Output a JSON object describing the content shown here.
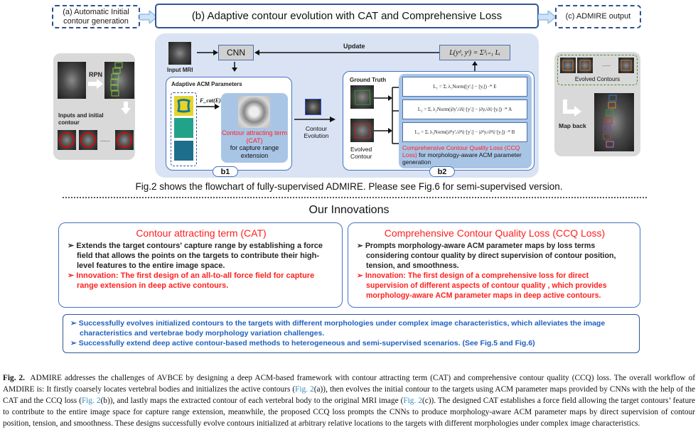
{
  "stages": {
    "a": "(a) Automatic Initial contour generation",
    "b": "(b) Adaptive contour evolution with CAT and Comprehensive Loss",
    "c": "(c) ADMIRE output"
  },
  "panel_a": {
    "rpn_label": "RPN",
    "inputs_label": "Inputs and initial contour",
    "ellipsis": "......"
  },
  "panel_b": {
    "input_mri": "Input MRI",
    "cnn": "CNN",
    "update": "Update",
    "loss_formula": "L(yᵈ, yᵗ) = Σ³ᵢ₌₁ Lᵢ",
    "adaptive_params": "Adaptive ACM Parameters",
    "fcat": "F_cat(E)",
    "cat_title": "Contour attracting term (CAT)",
    "cat_sub": "for capture range extension",
    "contour_evolution": "Contour Evolution",
    "ground_truth": "Ground Truth",
    "evolved_contour": "Evolved Contour",
    "eq1": "L₁ = Σᵢ λ₁Norm([y′ᵢ] − [yᵢ]) ·* E",
    "eq2": "L₂ = Σᵢ λ₂Norm(|∂y′ᵢ/∂i|·[y′ᵢ] − |∂yᵢ/∂i|·[yᵢ]) ·* A",
    "eq3": "L₃ = Σᵢ λ₃Norm(|∂²y′ᵢ/∂²i|·[y′ᵢ] − |∂²yᵢ/∂²i|·[yᵢ]) ·* B",
    "ccq_title": "Comprehensive Contour Quality Loss (CCQ Loss)",
    "ccq_sub": "for morphology-aware ACM parameter generation",
    "b1": "b1",
    "b2": "b2"
  },
  "panel_c": {
    "evolved_contours": "Evolved Contours",
    "ellipsis": "......",
    "map_back": "Map back"
  },
  "fig_note": "Fig.2 shows the flowchart of fully-supervised ADMIRE. Please see Fig.6 for semi-supervised version.",
  "innovations": {
    "title": "Our Innovations",
    "cat": {
      "heading": "Contour attracting term (CAT)",
      "point": "Extends the target contours' capture range by establishing a force field that allows the points on the targets to contribute their high-level features to the entire image space.",
      "innovation": "Innovation: The first design of an all-to-all force field for capture range extension in deep active contours."
    },
    "ccq": {
      "heading": "Comprehensive Contour Quality Loss (CCQ Loss)",
      "point": "Prompts morphology-aware ACM parameter maps by loss terms considering contour quality by direct supervision of contour position, tension, and smoothness.",
      "innovation": "Innovation: The first design of a comprehensive loss for direct supervision of different aspects of contour quality , which provides morphology-aware ACM parameter maps in deep active contours."
    },
    "summary": [
      "Successfully evolves initialized contours to the targets with different morphologies under complex image characteristics, which alleviates the image characteristics and vertebrae body morphology variation challenges.",
      "Successfully extend deep active contour-based methods to heterogeneous and semi-supervised scenarios. (See Fig.5 and Fig.6)"
    ]
  },
  "caption": {
    "label": "Fig. 2.",
    "s1": "ADMIRE addresses the challenges of AVBCE by designing a deep ACM-based framework with contour attracting term (CAT) and comprehensive contour quality (CCQ) loss. The overall workflow of AMDIRE is: It firstly coarsely locates vertebral bodies and initializes the active contours (",
    "ref_a": "Fig. 2",
    "s2": "(a)), then evolves the initial contour to the targets using ACM parameter maps provided by CNNs with the help of the CAT and the CCQ loss (",
    "ref_b": "Fig. 2",
    "s3": "(b)), and lastly maps the extracted contour of each vertebral body to the original MRI image (",
    "ref_c": "Fig. 2",
    "s4": "(c)). The designed CAT establishes a force field allowing the target contours’ feature to contribute to the entire image space for capture range extension, meanwhile, the proposed CCQ loss prompts the CNNs to produce morphology-aware ACM parameter maps by direct supervision of contour position, tension, and smoothness. These designs successfully evolve contours initialized at arbitrary relative locations to the targets with different morphologies under complex image characteristics."
  }
}
